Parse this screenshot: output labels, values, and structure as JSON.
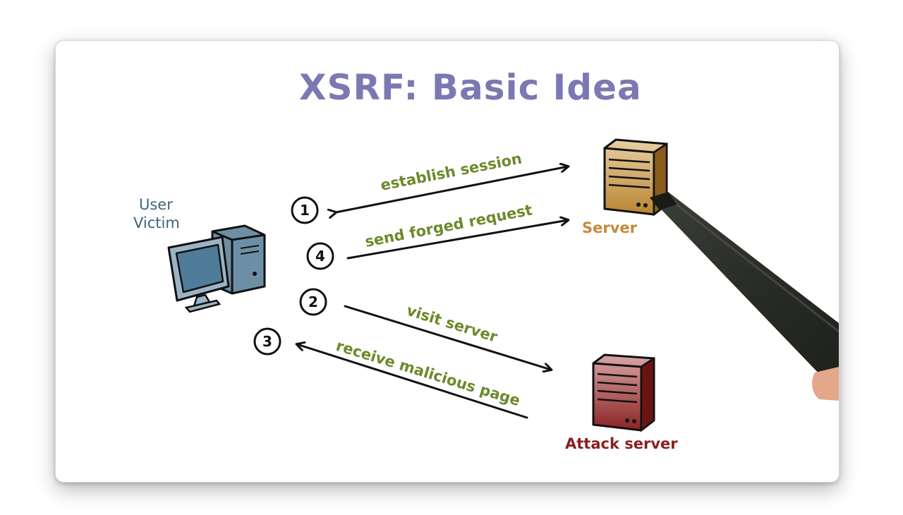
{
  "title": "XSRF: Basic Idea",
  "nodes": {
    "user": {
      "line1": "User",
      "line2": "Victim"
    },
    "server": "Server",
    "attack_server": "Attack server"
  },
  "steps": [
    {
      "number": "1",
      "label": "establish session"
    },
    {
      "number": "4",
      "label": "send forged request"
    },
    {
      "number": "2",
      "label": "visit server"
    },
    {
      "number": "3",
      "label": "receive malicious page"
    }
  ],
  "colors": {
    "title": "#7b79b2",
    "edge_labels": "#6b8a2a",
    "user_label": "#3b6579",
    "server": "#c58a3a",
    "attack_server": "#8b1f1f"
  }
}
